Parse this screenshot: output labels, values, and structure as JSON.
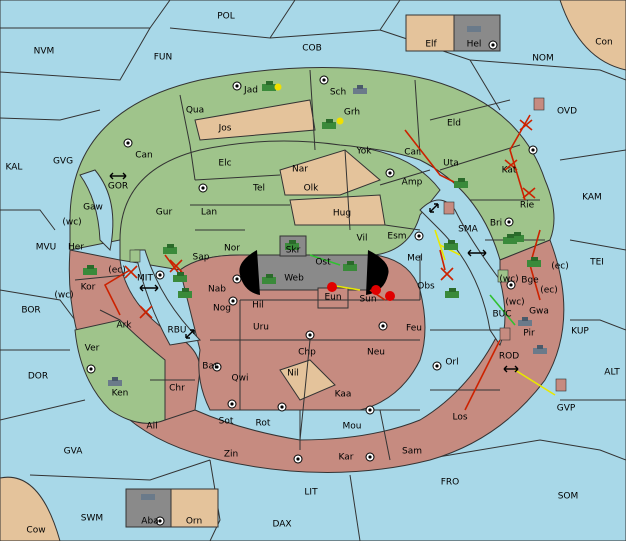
{
  "map": {
    "sea_labels": [
      "POL",
      "NVM",
      "FUN",
      "COB",
      "NOM",
      "OVD",
      "KAL",
      "GVG",
      "KAM",
      "TEI",
      "MVU",
      "BOR",
      "KUP",
      "DOR",
      "ALT",
      "GVA",
      "SWM",
      "LIT",
      "DAX",
      "FRO",
      "SOM",
      "GVP",
      "GOR",
      "MIT",
      "RBU",
      "SMA",
      "BUC",
      "ROD"
    ],
    "land_labels": [
      "Jad",
      "Sch",
      "Qua",
      "Grh",
      "Jos",
      "Eld",
      "Car",
      "Yok",
      "Can",
      "Uta",
      "Nar",
      "Elc",
      "Tel",
      "Amp",
      "Olk",
      "Kat",
      "Gaw",
      "Lan",
      "Gur",
      "Hug",
      "Bri",
      "Esm",
      "Vil",
      "Rie",
      "Skr",
      "Nor",
      "Ost",
      "Mel",
      "Her",
      "Sap",
      "Web",
      "Bge",
      "Kor",
      "Gwa",
      "Nab",
      "Eun",
      "Sun",
      "Obs",
      "Hil",
      "Nog",
      "Ark",
      "Uru",
      "Feu",
      "Pir",
      "Chp",
      "Neu",
      "Ver",
      "Bar",
      "Qwi",
      "Nil",
      "Orl",
      "Ken",
      "Chr",
      "Kaa",
      "Sot",
      "Rot",
      "Los",
      "Ail",
      "Mou",
      "Sam",
      "Zin",
      "Kar"
    ],
    "corner_labels": [
      "Con",
      "Cow"
    ],
    "coast_labels": [
      "(wc)",
      "(ec)",
      "(ec)",
      "(wc)",
      "(wc)",
      "(ec)",
      "(wc)"
    ],
    "inset_top": [
      "Elf",
      "Hel"
    ],
    "inset_bottom": [
      "Aba",
      "Orn"
    ],
    "colors": {
      "sea": "#a8d8e8",
      "north": "#9fc48b",
      "south": "#c68b80",
      "neutral": "#e4c39b",
      "impassable": "#8a8a8a",
      "moves": "#cc2200",
      "support": "#e8e800"
    },
    "icons": [
      "tank-unit-icon",
      "ship-unit-icon",
      "supply-center-icon",
      "explosion-icon",
      "strait-arrow-icon"
    ]
  }
}
